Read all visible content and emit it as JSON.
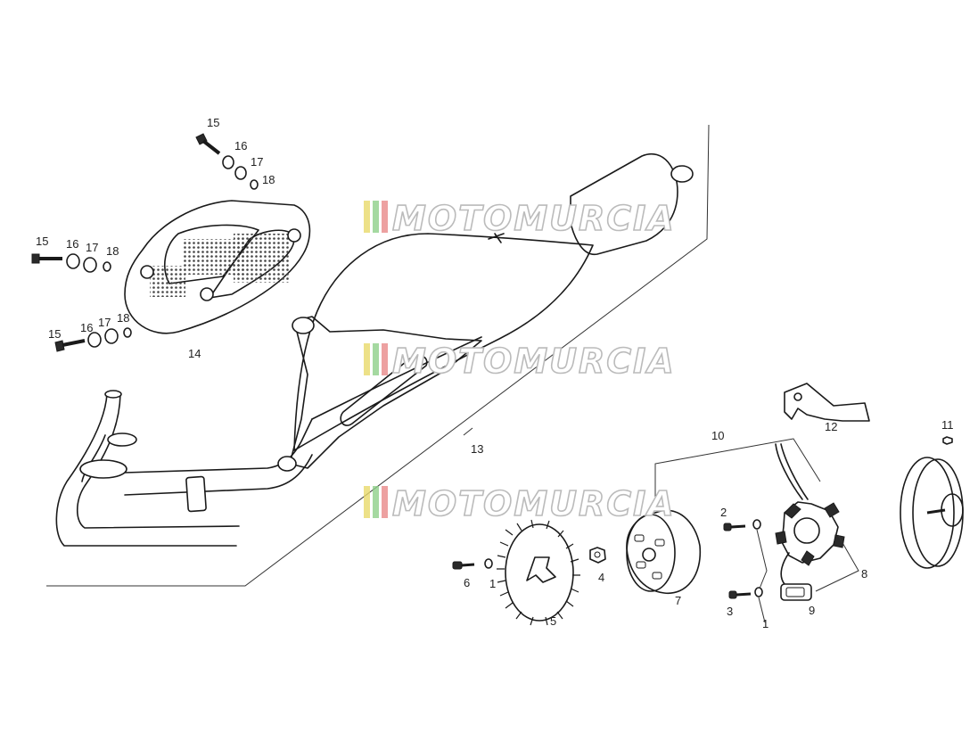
{
  "watermark": {
    "text": "MOTOMURCIA",
    "stripe_colors": [
      "#e8d96a",
      "#8fcf8a",
      "#e88a8a"
    ]
  },
  "labels": {
    "p1a": "1",
    "p1b": "1",
    "p2": "2",
    "p3": "3",
    "p4": "4",
    "p5": "5",
    "p6": "6",
    "p7": "7",
    "p8": "8",
    "p9": "9",
    "p10": "10",
    "p11": "11",
    "p12": "12",
    "p13": "13",
    "p14": "14",
    "p15a": "15",
    "p16a": "16",
    "p17a": "17",
    "p18a": "18",
    "p15b": "15",
    "p16b": "16",
    "p17b": "17",
    "p18b": "18",
    "p15c": "15",
    "p16c": "16",
    "p17c": "17",
    "p18c": "18"
  }
}
